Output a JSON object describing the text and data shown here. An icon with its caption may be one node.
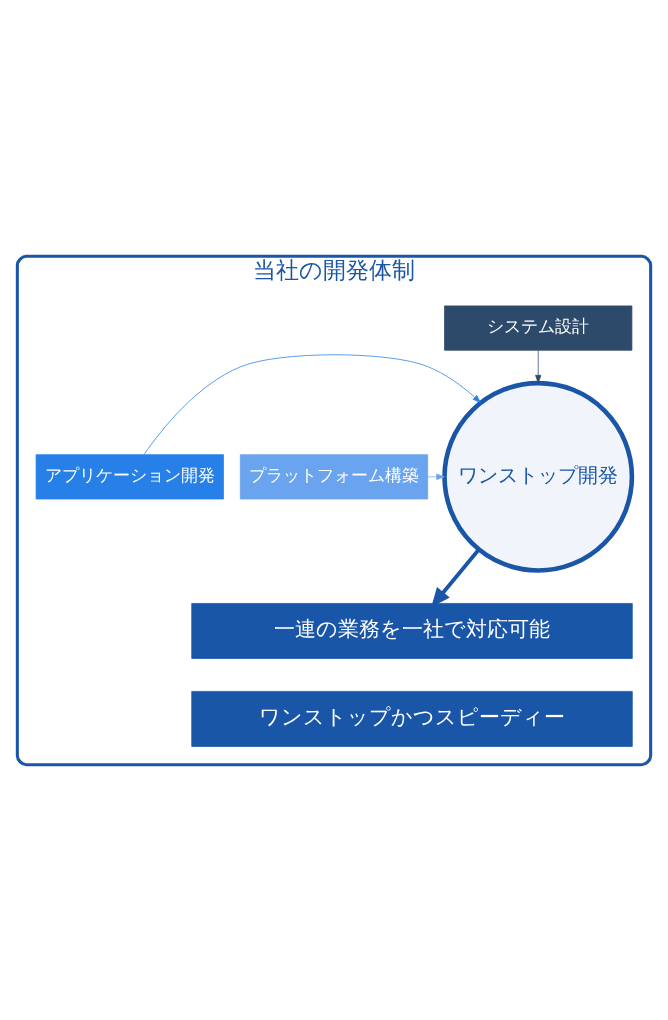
{
  "diagram": {
    "nodes": [
      {
        "text": [
          "当社の開発体制"
        ]
      },
      {
        "text": [
          "システム設計"
        ],
        "in": 0
      },
      {
        "text": [
          "ワンストップ開発"
        ],
        "in": 0
      },
      {
        "text": [
          "プラットフォーム構築"
        ],
        "in": 0
      },
      {
        "text": [
          "アプリケーション開発"
        ],
        "in": 0
      },
      {
        "text": [
          "一連の業務を一社で対応可能"
        ],
        "in": 0
      },
      {
        "text": [
          "ワンストップかつスピーディー"
        ],
        "in": 0
      }
    ],
    "edges": [
      {
        "from": 1,
        "to": 2,
        "arrow": "to",
        "color": "#2e4a6b"
      },
      {
        "from": 3,
        "to": 2,
        "arrow": "to",
        "color": "#6aa3ee"
      },
      {
        "from": 4,
        "to": 2,
        "arrow": "to",
        "color": "#2680e8"
      },
      {
        "from": 2,
        "to": 5,
        "arrow": "to",
        "style": "thick",
        "color": "#1a56a8"
      }
    ]
  }
}
